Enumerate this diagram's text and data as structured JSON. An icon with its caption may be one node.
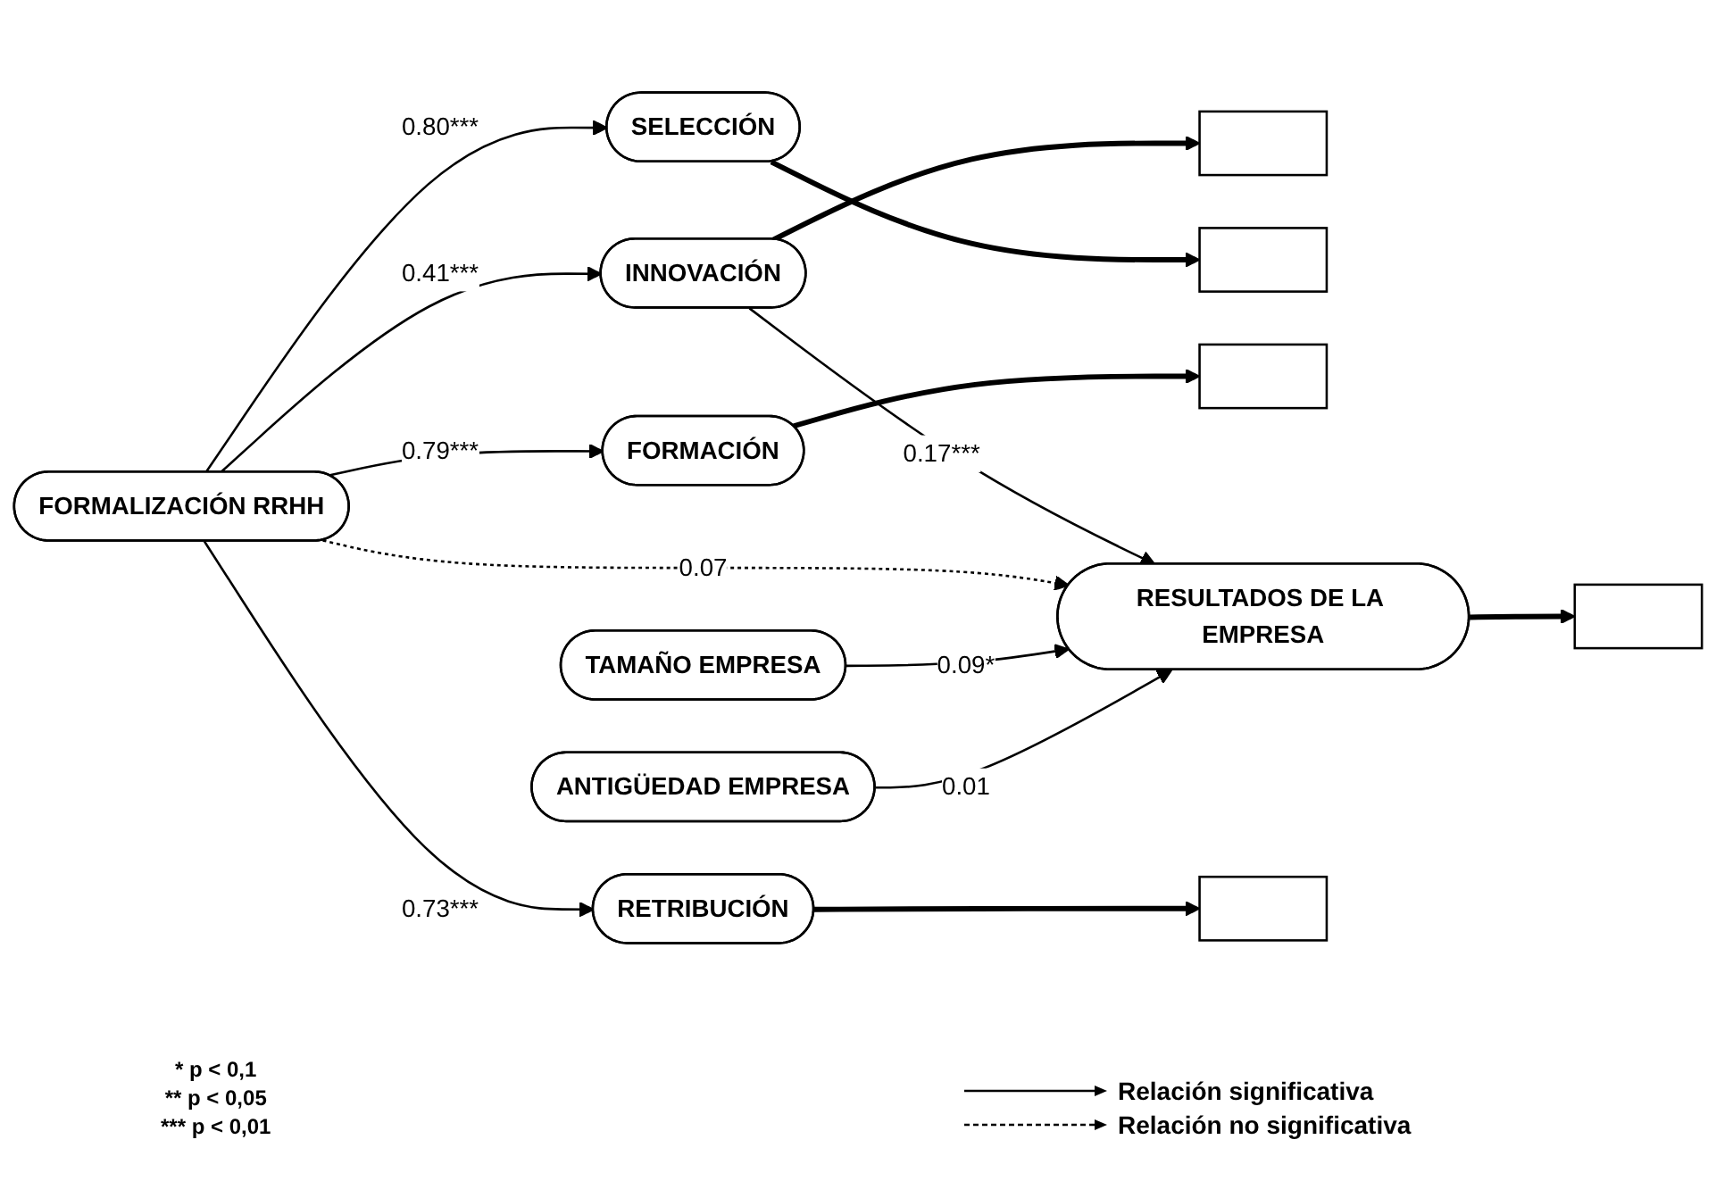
{
  "diagram": {
    "nodes": [
      {
        "text": [],
        "shape": "box"
      },
      {
        "text": [],
        "shape": "box"
      },
      {
        "text": [
          "SELECCIÓN"
        ]
      },
      {
        "text": [
          "TAMAÑO EMPRESA"
        ]
      },
      {
        "text": [
          "INNOVACIÓN"
        ]
      },
      {
        "text": [],
        "shape": "box"
      },
      {
        "text": [
          "FORMACIÓN"
        ]
      },
      {
        "text": [
          "FORMALIZACIÓN RRHH"
        ]
      },
      {
        "text": [
          "RESULTADOS DE LA EMPRESA"
        ]
      },
      {
        "text": [],
        "shape": "box"
      },
      {
        "text": [],
        "shape": "box"
      },
      {
        "text": [
          "RETRIBUCIÓN"
        ]
      },
      {
        "text": [
          "ANTIGÜEDAD EMPRESA"
        ]
      }
    ],
    "edges": [
      {
        "from": 7,
        "to": 2,
        "arrow": "to",
        "label": "0.80***"
      },
      {
        "from": 7,
        "to": 6,
        "arrow": "to",
        "label": "0.79***"
      },
      {
        "from": 7,
        "to": 11,
        "arrow": "to",
        "label": "0.73***"
      },
      {
        "from": 7,
        "to": 4,
        "arrow": "to",
        "label": "0.41***"
      },
      {
        "from": 4,
        "to": 8,
        "arrow": "to",
        "label": "0.17***"
      },
      {
        "from": 7,
        "to": 8,
        "arrow": "to",
        "label": "0.07",
        "style": "dashed"
      },
      {
        "from": 3,
        "to": 8,
        "arrow": "to",
        "label": "0.09*"
      },
      {
        "from": 12,
        "to": 8,
        "arrow": "to",
        "label": "0.01"
      },
      {
        "from": 2,
        "to": 1,
        "arrow": "to",
        "style": "thick"
      },
      {
        "from": 6,
        "to": 5,
        "arrow": "to",
        "style": "thick"
      },
      {
        "from": 11,
        "to": 10,
        "arrow": "to",
        "style": "thick"
      },
      {
        "from": 4,
        "to": 0,
        "arrow": "to",
        "style": "thick"
      },
      {
        "from": 8,
        "to": 9,
        "arrow": "to",
        "style": "thick"
      }
    ],
    "labels": [
      "* p < 0,1",
      "** p < 0,05",
      "*** p < 0,01"
    ],
    "legend": [
      {
        "text": "Relación significativa"
      },
      {
        "text": "Relación no significativa"
      }
    ]
  }
}
